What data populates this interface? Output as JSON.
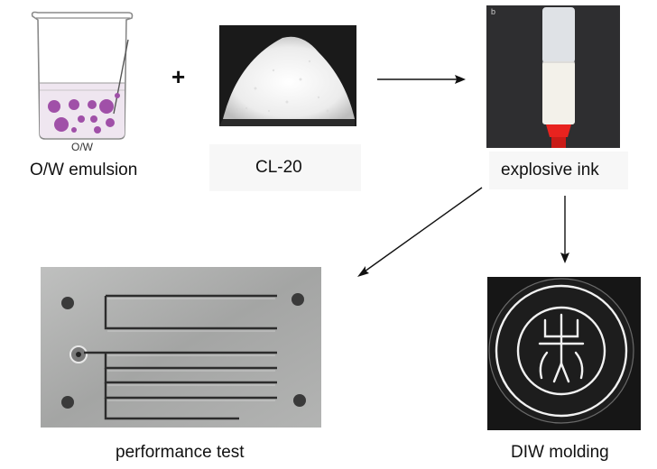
{
  "steps": {
    "emulsion": {
      "caption_small": "O/W",
      "caption": "O/W emulsion"
    },
    "plus": "+",
    "cl20": {
      "caption": "CL-20"
    },
    "ink": {
      "caption": "explosive ink",
      "panel_letter": "b"
    },
    "performance": {
      "caption": "performance test"
    },
    "diw": {
      "caption": "DIW molding"
    }
  },
  "colors": {
    "droplet": "#a050a8",
    "liquid": "#efe6f0",
    "syringe_tip": "#e8231f",
    "arrow": "#111111"
  }
}
